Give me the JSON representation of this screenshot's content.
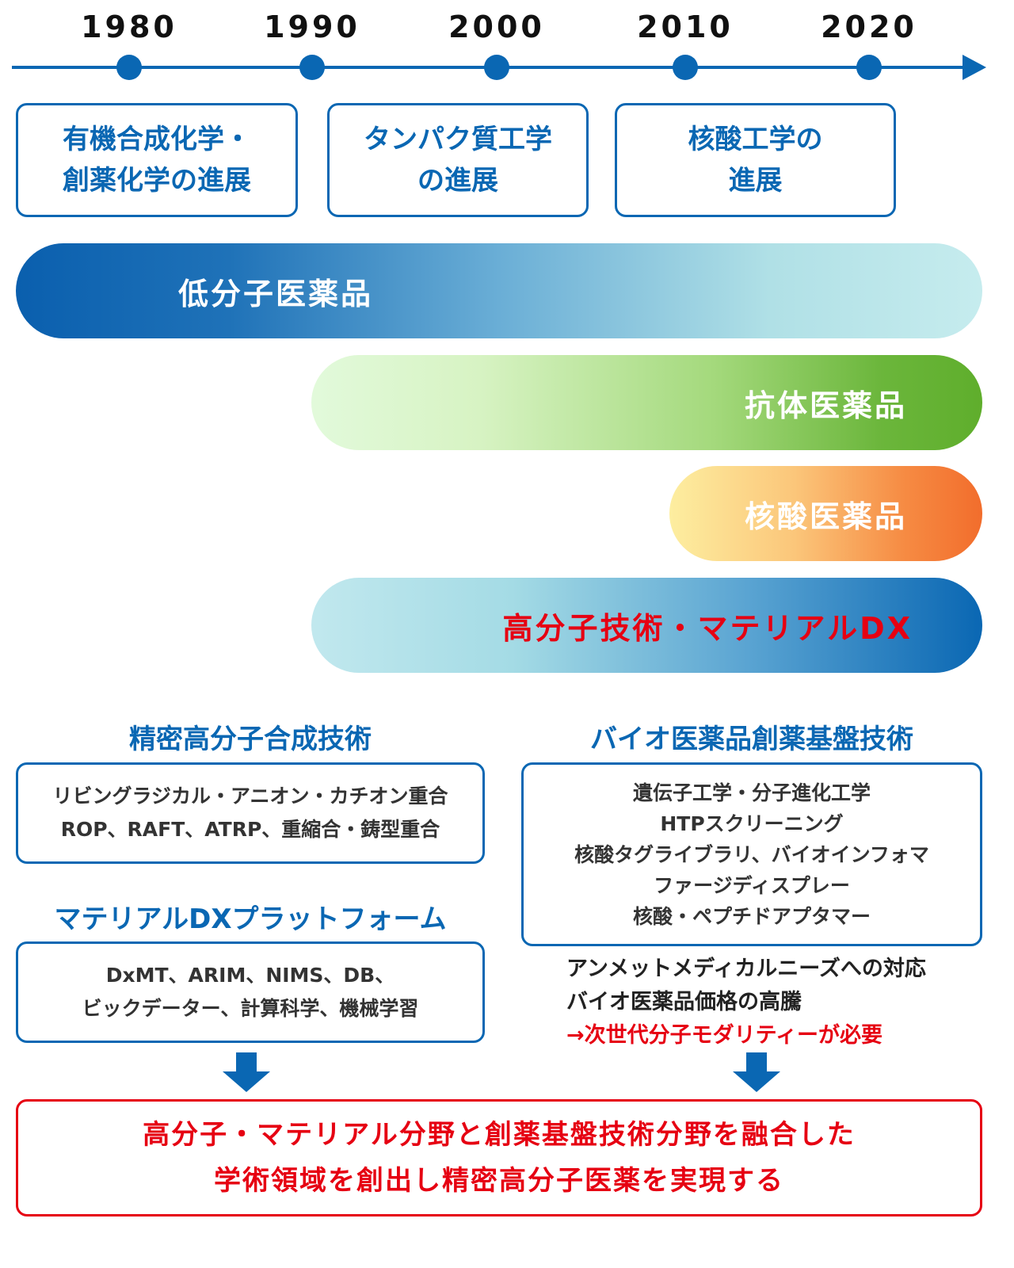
{
  "timeline": {
    "years": [
      "1980",
      "1990",
      "2000",
      "2010",
      "2020"
    ]
  },
  "eras": [
    {
      "lines": [
        "有機合成化学・",
        "創薬化学の進展"
      ]
    },
    {
      "lines": [
        "タンパク質工学",
        "の進展"
      ]
    },
    {
      "lines": [
        "核酸工学の",
        "進展"
      ]
    }
  ],
  "bands": {
    "small_molecule": "低分子医薬品",
    "antibody": "抗体医薬品",
    "nucleic_acid": "核酸医薬品",
    "polymer_dx": "高分子技術・マテリアルDX"
  },
  "left_column": {
    "polymer_synthesis_title": "精密高分子合成技術",
    "polymer_synthesis_lines": [
      "リビングラジカル・アニオン・カチオン重合",
      "ROP、RAFT、ATRP、重縮合・鋳型重合"
    ],
    "material_dx_title": "マテリアルDXプラットフォーム",
    "material_dx_lines": [
      "DxMT、ARIM、NIMS、DB、",
      "ビックデーター、計算科学、機械学習"
    ]
  },
  "right_column": {
    "bio_title": "バイオ医薬品創薬基盤技術",
    "bio_lines": [
      "遺伝子工学・分子進化工学",
      "HTPスクリーニング",
      "核酸タグライブラリ、バイオインフォマ",
      "ファージディスプレー",
      "核酸・ペプチドアプタマー"
    ],
    "needs": [
      "アンメットメディカルニーズへの対応",
      "バイオ医薬品価格の高騰"
    ],
    "conclusion": "→次世代分子モダリティーが必要"
  },
  "final": {
    "lines": [
      "高分子・マテリアル分野と創薬基盤技術分野を融合した",
      "学術領域を創出し精密高分子医薬を実現する"
    ]
  },
  "colors": {
    "primary_blue": "#0a67b3",
    "accent_red": "#e60012"
  }
}
